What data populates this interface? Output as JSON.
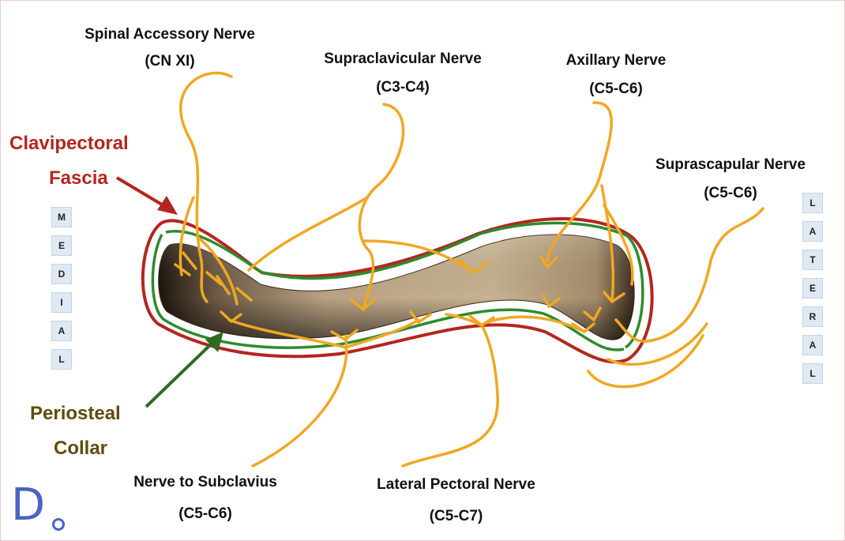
{
  "labels": {
    "spinal_accessory": {
      "name": "Spinal Accessory Nerve",
      "root": "(CN XI)"
    },
    "supraclavicular": {
      "name": "Supraclavicular Nerve",
      "root": "(C3-C4)"
    },
    "axillary": {
      "name": "Axillary Nerve",
      "root": "(C5-C6)"
    },
    "suprascapular": {
      "name": "Suprascapular Nerve",
      "root": "(C5-C6)"
    },
    "nerve_to_subclavius": {
      "name": "Nerve to Subclavius",
      "root": "(C5-C6)"
    },
    "lateral_pectoral": {
      "name": "Lateral Pectoral Nerve",
      "root": "(C5-C7)"
    }
  },
  "fascia": {
    "line1": "Clavipectoral",
    "line2": "Fascia"
  },
  "periosteal": {
    "line1": "Periosteal",
    "line2": "Collar"
  },
  "medial_letters": [
    "M",
    "E",
    "D",
    "I",
    "A",
    "L"
  ],
  "lateral_letters": [
    "L",
    "A",
    "T",
    "E",
    "R",
    "A",
    "L"
  ],
  "panel_label": "D",
  "colors": {
    "nerve": "#f0a722",
    "fascia_line": "#b3261e",
    "periosteal_line": "#2e8b2e",
    "bone": "#b89f7e",
    "fascia_text": "#b3261e",
    "periosteal_text": "#5f4b0d",
    "panel_label": "#4a63c4"
  }
}
